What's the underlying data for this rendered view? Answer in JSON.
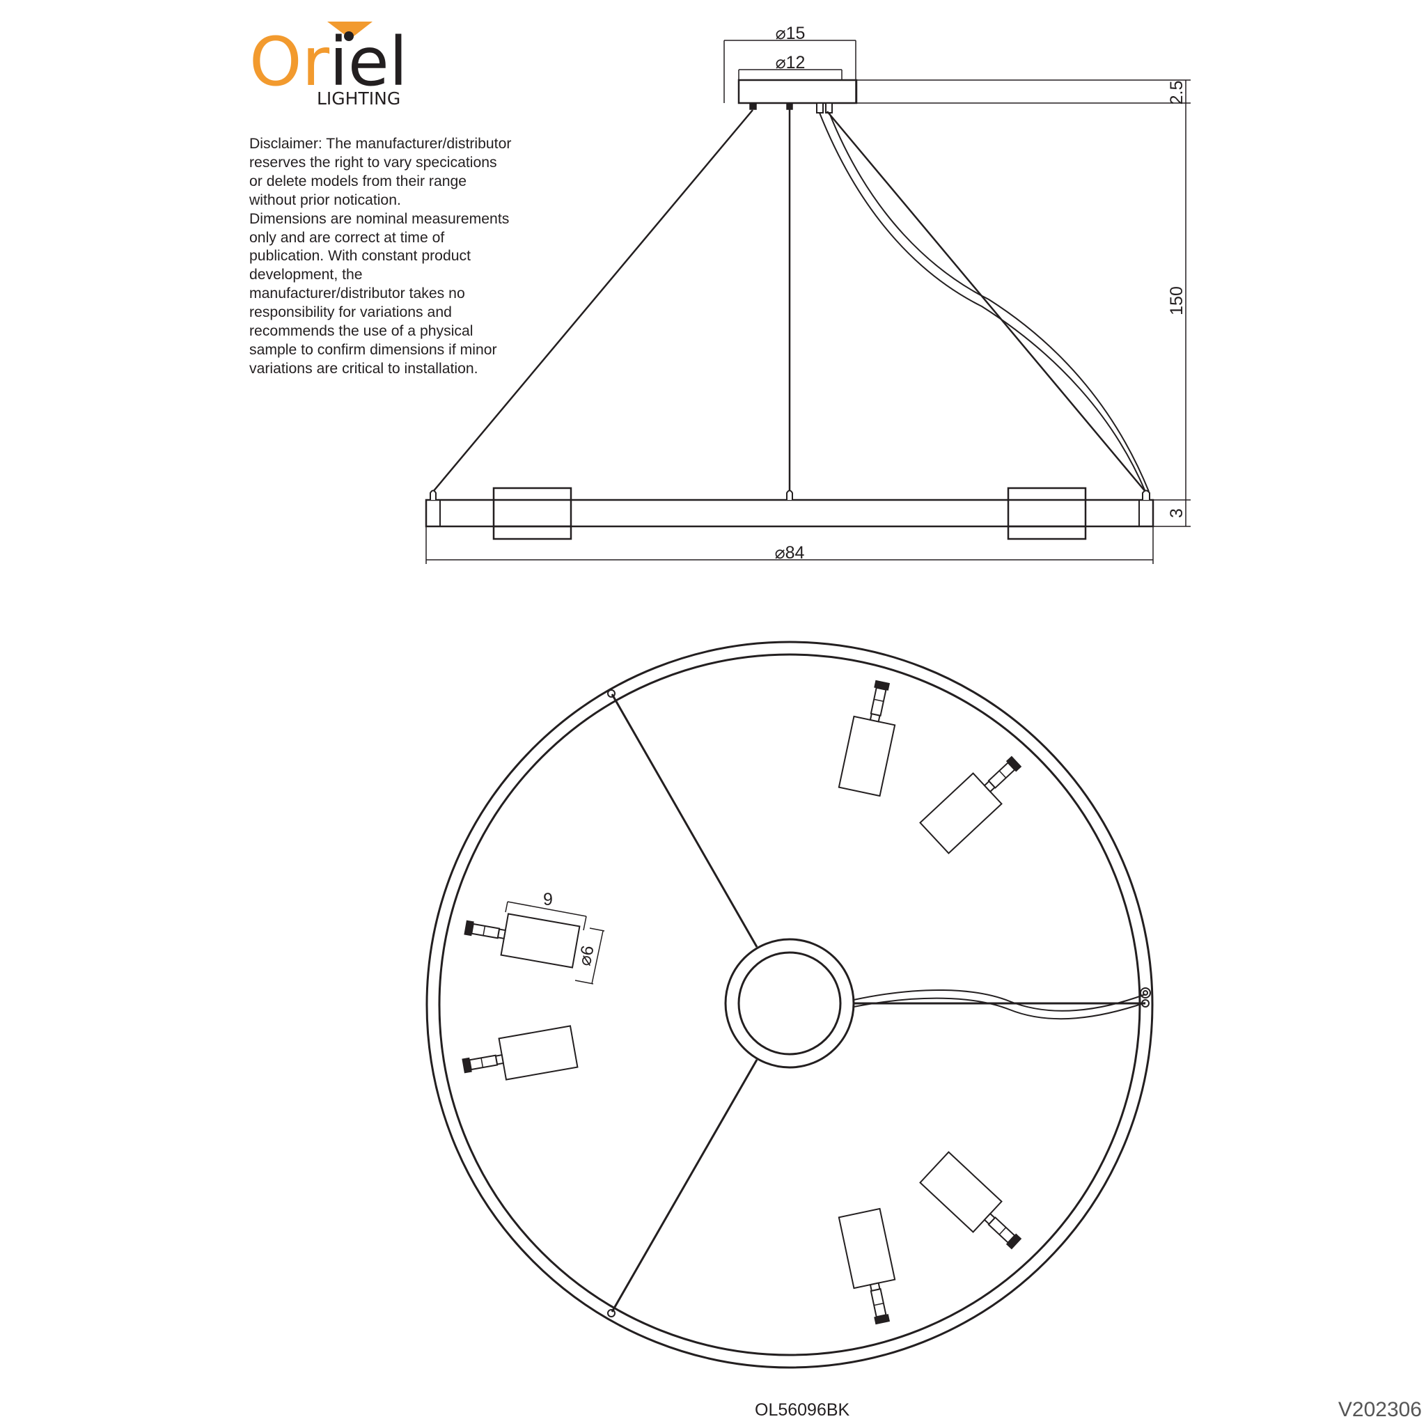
{
  "brand": {
    "name_part1": "Or",
    "name_part2": "iel",
    "tagline": "LIGHTING",
    "accent_color": "#f29a2e",
    "ink_color": "#231f20"
  },
  "disclaimer": {
    "paragraph1": "Disclaimer: The manufacturer/distributor reserves the right to vary specications or delete models from their range without prior notication.",
    "paragraph2": "Dimensions are nominal measurements only and are correct at time of publication. With constant product development, the manufacturer/distributor takes no responsibility for variations and recommends the use of a physical sample to confirm dimensions if minor variations are critical to installation."
  },
  "dimensions": {
    "canopy_outer": "⌀15",
    "canopy_inner": "⌀12",
    "canopy_height": "2.5",
    "drop_length": "150",
    "ring_height": "3",
    "ring_diameter": "⌀84",
    "shade_length": "9",
    "shade_diameter": "⌀6"
  },
  "model_code": "OL56096BK",
  "version": "V202306"
}
